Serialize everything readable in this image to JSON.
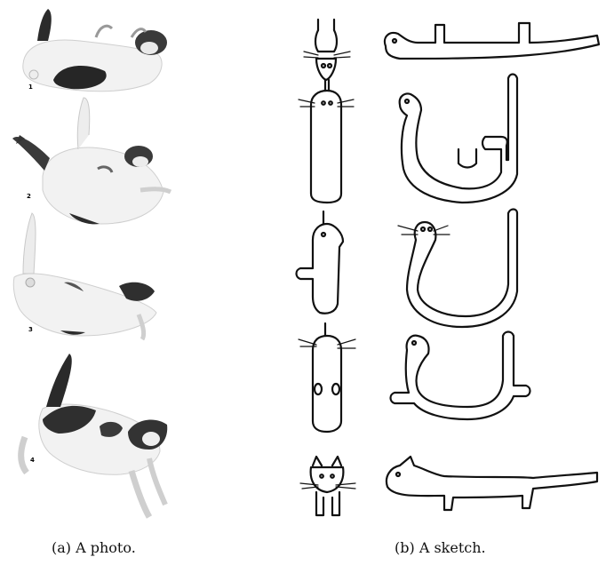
{
  "figure": {
    "photo_panel": {
      "caption": "(a) A photo.",
      "frame_numbers": [
        "1",
        "2",
        "3",
        "4"
      ]
    },
    "sketch_panel": {
      "caption": "(b) A sketch."
    }
  },
  "colors": {
    "fur_dark": "#262626",
    "fur_light": "#f4f4f4",
    "outline": "#111111"
  }
}
